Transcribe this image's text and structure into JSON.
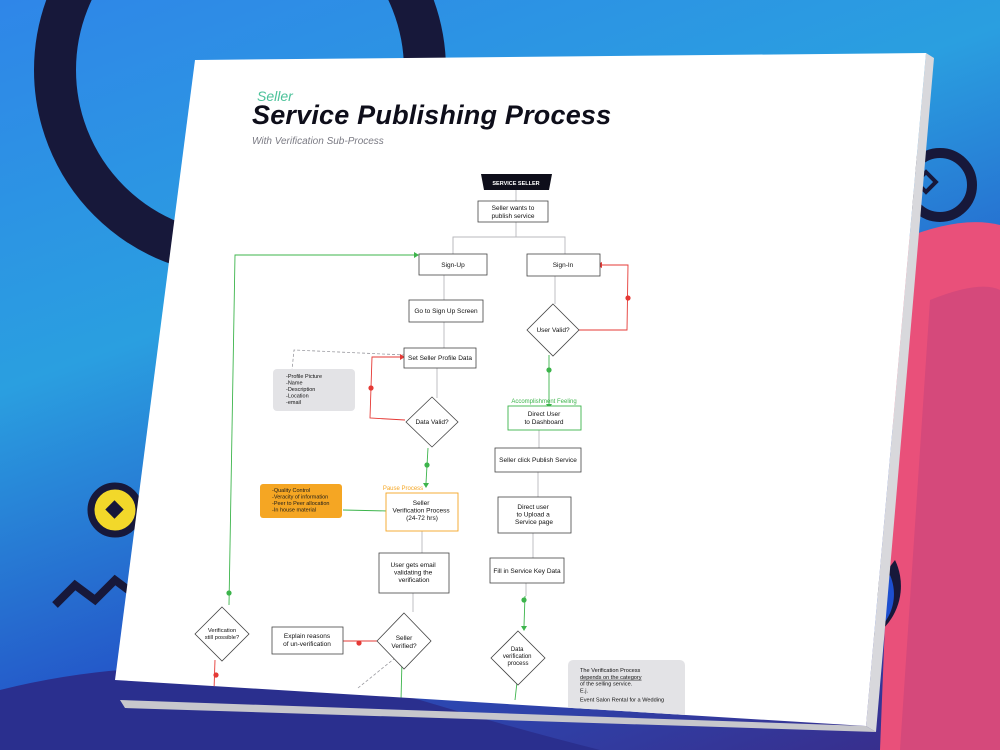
{
  "header": {
    "eyebrow": "Seller",
    "title": "Service Publishing Process",
    "subtitle": "With Verification Sub-Process"
  },
  "colors": {
    "background": "#2f86e8",
    "yes_path": "#3cb44b",
    "no_path": "#e53935",
    "highlight": "#f5a623",
    "note": "#e3e3e6",
    "actor": "#0e0e1a"
  },
  "nodes": {
    "service_seller": "SERVICE SELLER",
    "seller_wants": [
      "Seller wants to",
      "publish service"
    ],
    "sign_up": "Sign-Up",
    "sign_in": "Sign-In",
    "go_to_signup": "Go to Sign Up Screen",
    "user_valid": "User Valid?",
    "set_profile": "Set Seller Profile Data",
    "profile_note": [
      "-Profile Picture",
      "-Name",
      "-Description",
      "-Location",
      "-email"
    ],
    "data_valid": "Data Valid?",
    "accomplishment": "Accomplishment Feeling",
    "direct_dashboard": [
      "Direct User",
      "to Dashboard"
    ],
    "click_publish": "Seller click Publish Service",
    "pause_process": "Pause Process",
    "verification_process": [
      "Seller",
      "Verification Process",
      "(24-72 hrs)"
    ],
    "quality_note": [
      "-Quality Control",
      "-Veracity of information",
      "-Peer to Peer allocation",
      "-In house material"
    ],
    "direct_upload": [
      "Direct user",
      "to Upload a",
      "Service page"
    ],
    "email_validating": [
      "User gets email",
      "validating the",
      "verification"
    ],
    "fill_key_data": "Fill in Service Key Data",
    "verification_possible": [
      "Verification",
      "still possible?"
    ],
    "explain_reasons": [
      "Explain reasons",
      "of un-verification"
    ],
    "seller_verified": [
      "Seller",
      "Verified?"
    ],
    "data_verification": [
      "Data",
      "verification",
      "process"
    ],
    "category_note": [
      "The Verification Process",
      "depends on the category",
      "of the selling service.",
      "",
      "E.j.",
      "Event Salon Rental for a Wedding"
    ]
  }
}
